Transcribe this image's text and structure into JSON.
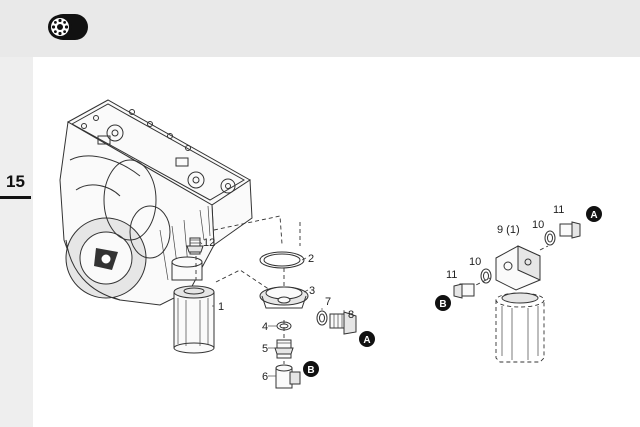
{
  "section": {
    "number": "15"
  },
  "icons": {
    "header": "oil-filter-icon"
  },
  "callouts": {
    "c1": "1",
    "c2": "2",
    "c3": "3",
    "c4": "4",
    "c5": "5",
    "c6": "6",
    "c7": "7",
    "c8": "8",
    "c12": "12",
    "c9_1": "9 (1)",
    "c10a": "10",
    "c10b": "10",
    "c11a": "11",
    "c11b": "11"
  },
  "markers": {
    "a1": "A",
    "b1": "B",
    "a2": "A",
    "b2": "B"
  }
}
